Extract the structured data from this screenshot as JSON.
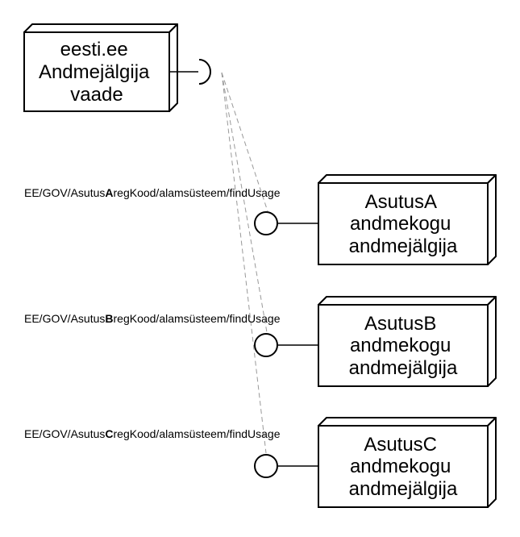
{
  "consumer": {
    "lines": [
      "eesti.ee",
      "Andmejälgija",
      "vaade"
    ]
  },
  "providers": [
    {
      "lines": [
        "AsutusA",
        "andmekogu",
        "andmejälgija"
      ],
      "label": {
        "prefix": "EE/GOV/Asutus",
        "bold": "A",
        "suffix": "regKood/alamsüsteem/findUsage"
      }
    },
    {
      "lines": [
        "AsutusB",
        "andmekogu",
        "andmejälgija"
      ],
      "label": {
        "prefix": "EE/GOV/Asutus",
        "bold": "B",
        "suffix": "regKood/alamsüsteem/findUsage"
      }
    },
    {
      "lines": [
        "AsutusC",
        "andmekogu",
        "andmejälgija"
      ],
      "label": {
        "prefix": "EE/GOV/Asutus",
        "bold": "C",
        "suffix": "regKood/alamsüsteem/findUsage"
      }
    }
  ],
  "colors": {
    "stroke": "#000000",
    "dashed": "#999999",
    "background": "#ffffff"
  }
}
